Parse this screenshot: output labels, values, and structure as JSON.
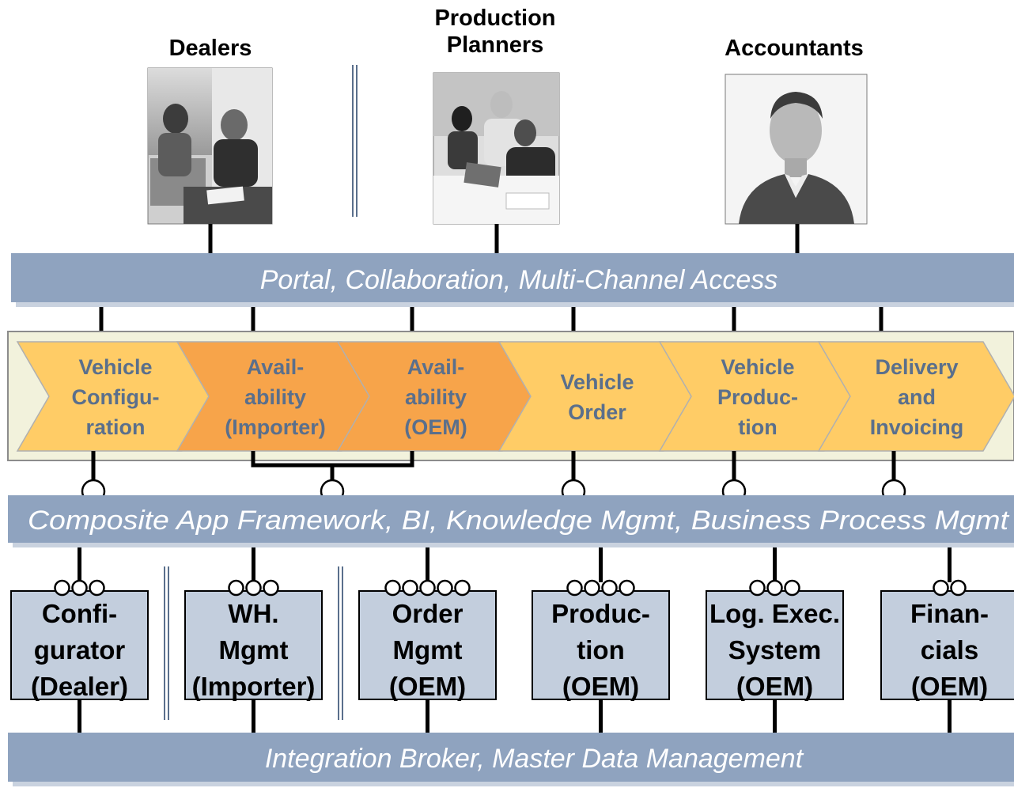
{
  "roles": [
    {
      "name": "Dealers",
      "picture": "dealers-photo"
    },
    {
      "name": "Production\nPlanners",
      "picture": "planners-photo"
    },
    {
      "name": "Accountants",
      "picture": "accountant-photo"
    }
  ],
  "layers": {
    "portal": "Portal, Collaboration, Multi-Channel Access",
    "composite": "Composite App Framework, BI, Knowledge Mgmt, Business Process Mgmt",
    "integration": "Integration Broker, Master Data Management"
  },
  "process_steps": [
    {
      "lines": [
        "Vehicle",
        "Configu-",
        "ration"
      ],
      "highlight": false
    },
    {
      "lines": [
        "Avail-",
        "ability",
        "(Importer)"
      ],
      "highlight": true
    },
    {
      "lines": [
        "Avail-",
        "ability",
        "(OEM)"
      ],
      "highlight": true
    },
    {
      "lines": [
        "Vehicle",
        "Order"
      ],
      "highlight": false
    },
    {
      "lines": [
        "Vehicle",
        "Produc-",
        "tion"
      ],
      "highlight": false
    },
    {
      "lines": [
        "Delivery",
        "and",
        "Invoicing"
      ],
      "highlight": false
    }
  ],
  "systems": [
    {
      "lines": [
        "Confi-",
        "gurator",
        "(Dealer)"
      ],
      "ports": 3
    },
    {
      "lines": [
        "WH.",
        "Mgmt",
        "(Importer)"
      ],
      "ports": 3
    },
    {
      "lines": [
        "Order",
        "Mgmt",
        "(OEM)"
      ],
      "ports": 5
    },
    {
      "lines": [
        "Produc-",
        "tion",
        "(OEM)"
      ],
      "ports": 4
    },
    {
      "lines": [
        "Log. Exec.",
        "System",
        "(OEM)"
      ],
      "ports": 3
    },
    {
      "lines": [
        "Finan-",
        "cials",
        "(OEM)"
      ],
      "ports": 2
    }
  ],
  "colors": {
    "layer_bar": "#8fa3bf",
    "layer_shadow": "#c9d2df",
    "step_fill": "#ffcc66",
    "step_highlight": "#f7a44a",
    "step_border": "#b0b0b0",
    "step_text": "#5a6f8c",
    "band_fill": "#f2f2dc",
    "band_border": "#8c8c8c",
    "system_fill": "#c3cedd",
    "divider": "#5a6f8c"
  }
}
